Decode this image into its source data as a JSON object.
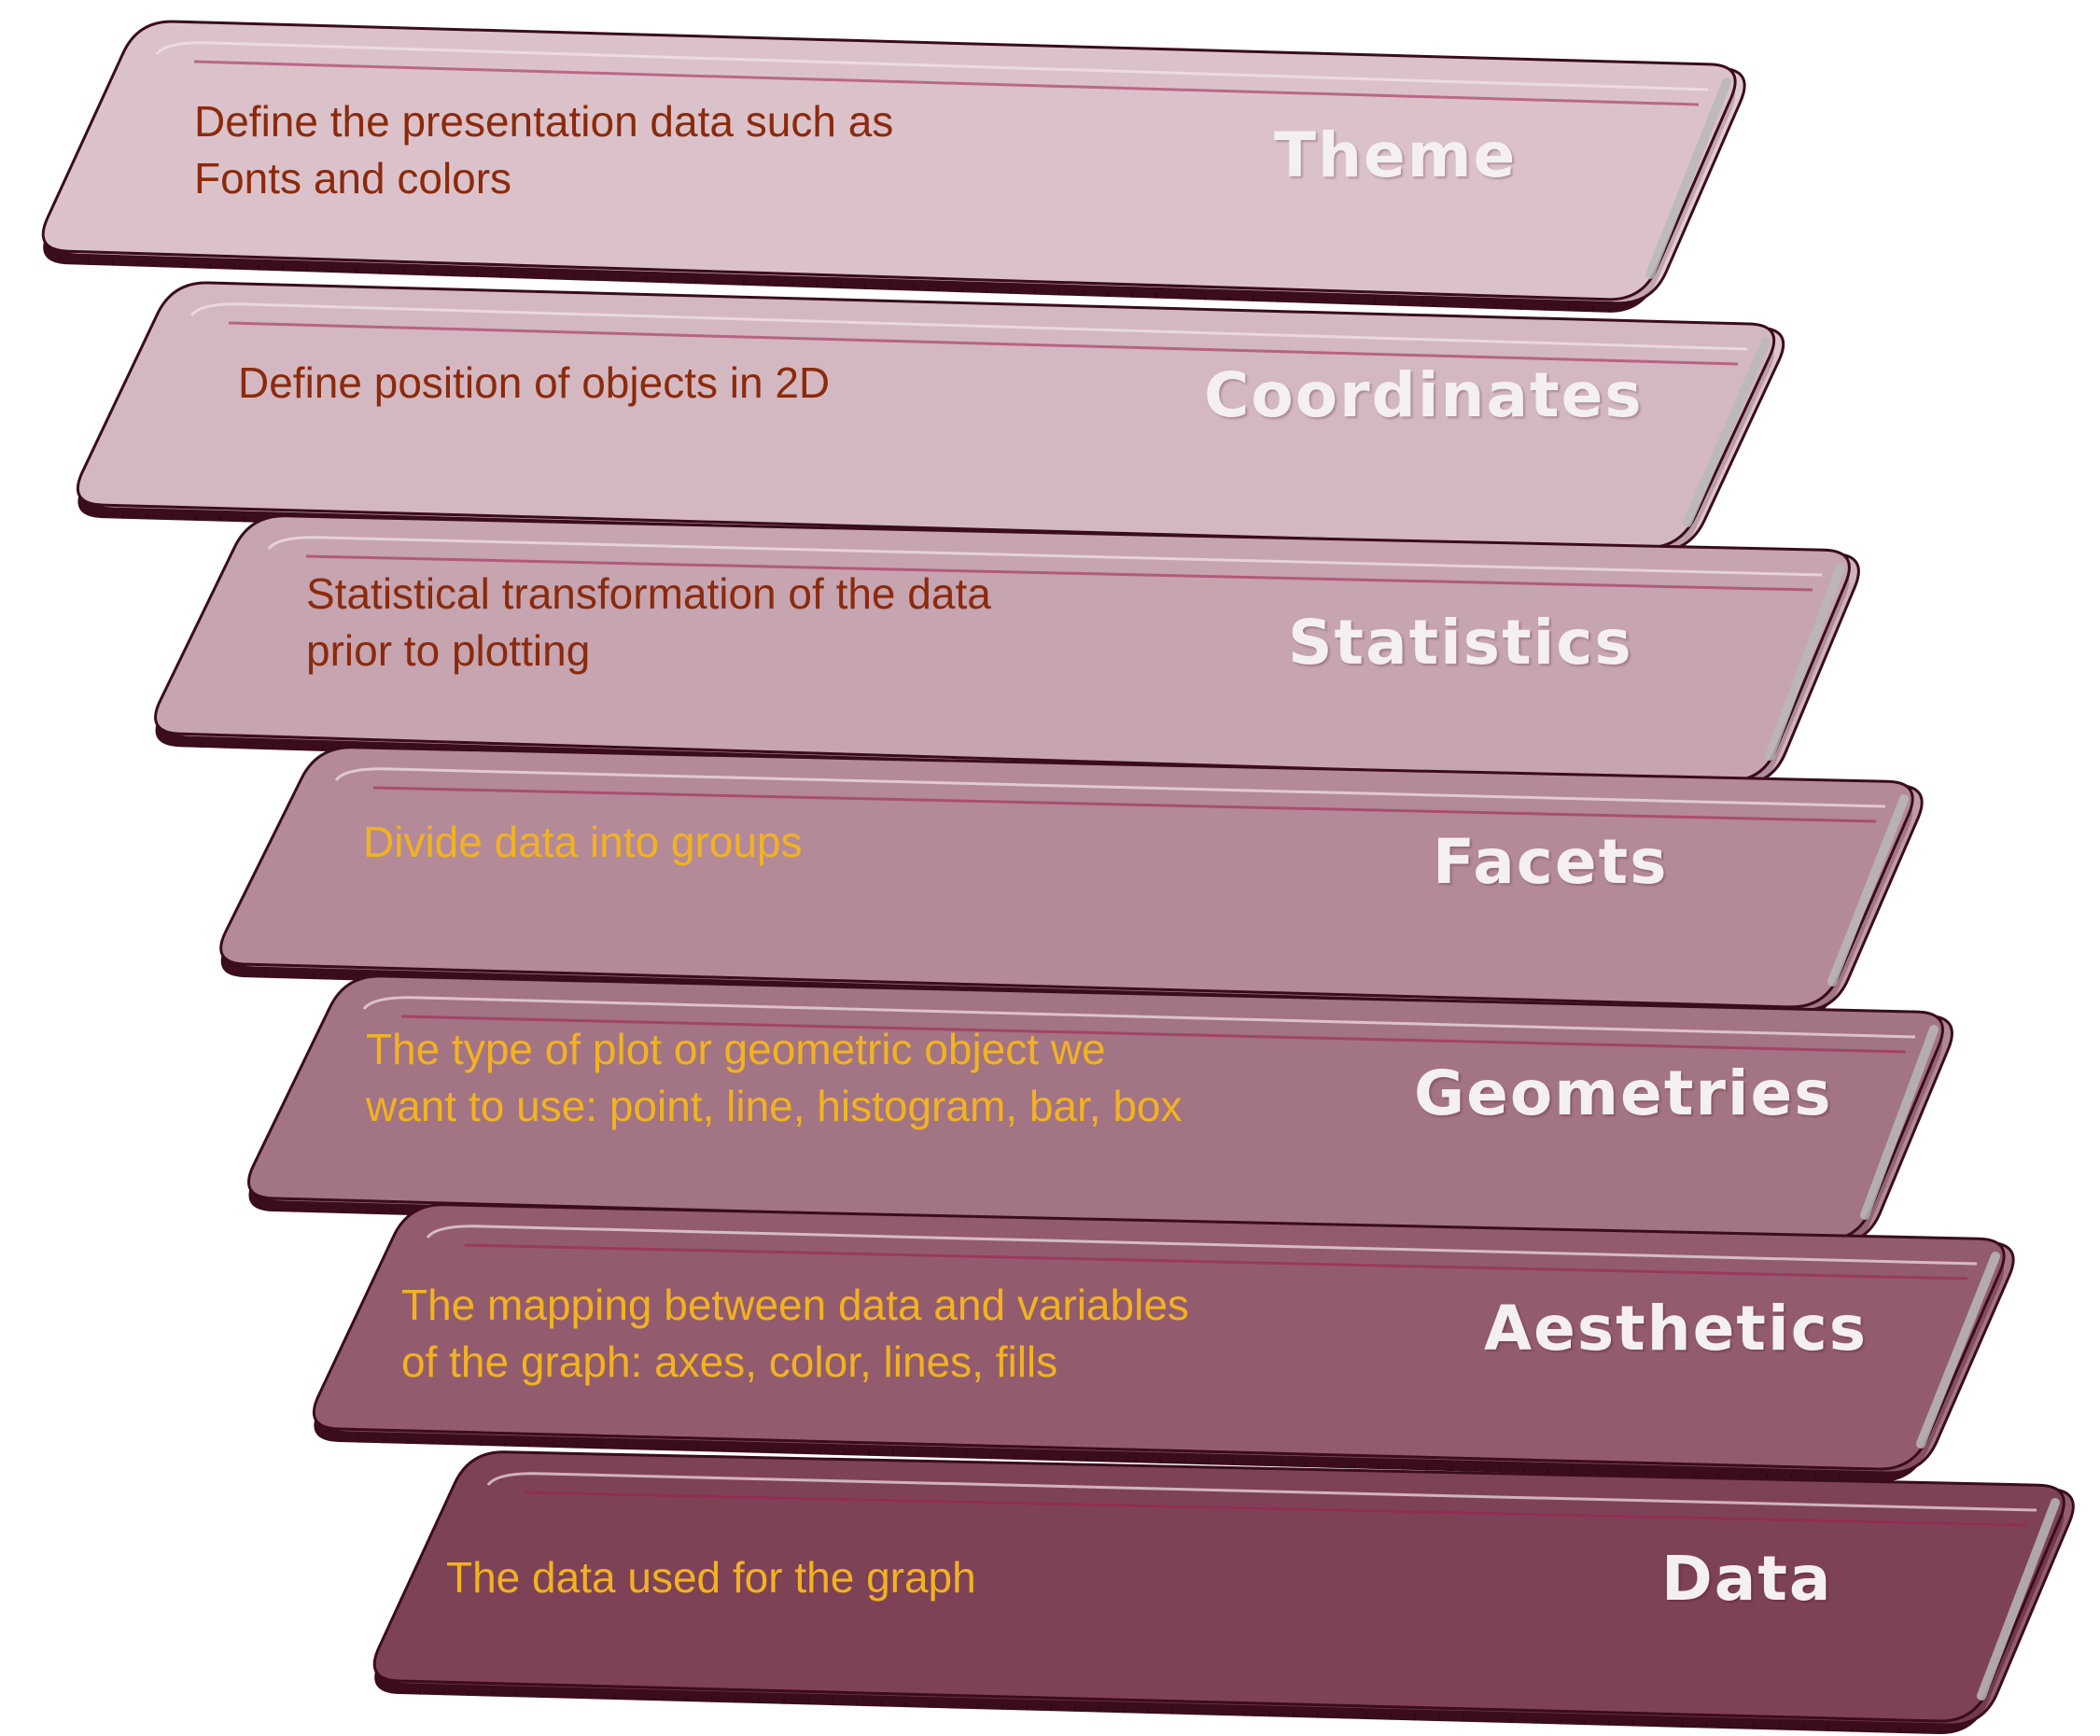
{
  "layers": [
    {
      "title": "Theme",
      "description": "Define the presentation data such as\nFonts and colors",
      "fill": "#dbc2ca",
      "text_color": "#8b2a0c"
    },
    {
      "title": "Coordinates",
      "description": "Define position of objects in 2D",
      "fill": "#d3b8c1",
      "text_color": "#8b2a0c"
    },
    {
      "title": "Statistics",
      "description": "Statistical transformation of the data\nprior to plotting",
      "fill": "#c6a4b0",
      "text_color": "#8b2a0c"
    },
    {
      "title": "Facets",
      "description": "Divide data into groups",
      "fill": "#b48a98",
      "text_color": "#f2b221"
    },
    {
      "title": "Geometries",
      "description": "The type of plot or geometric object we\nwant to use: point, line, histogram, bar, box",
      "fill": "#a37483",
      "text_color": "#f2b221"
    },
    {
      "title": "Aesthetics",
      "description": "The mapping between data and variables\nof the graph: axes, color, lines, fills",
      "fill": "#925c6e",
      "text_color": "#f2b221"
    },
    {
      "title": "Data",
      "description": "The data used for the graph",
      "fill": "#7e4257",
      "text_color": "#f2b221"
    }
  ],
  "colors": {
    "edge": "#3a0c1c",
    "bevel": "#a01e50",
    "highlight": "#f3e6ea"
  }
}
